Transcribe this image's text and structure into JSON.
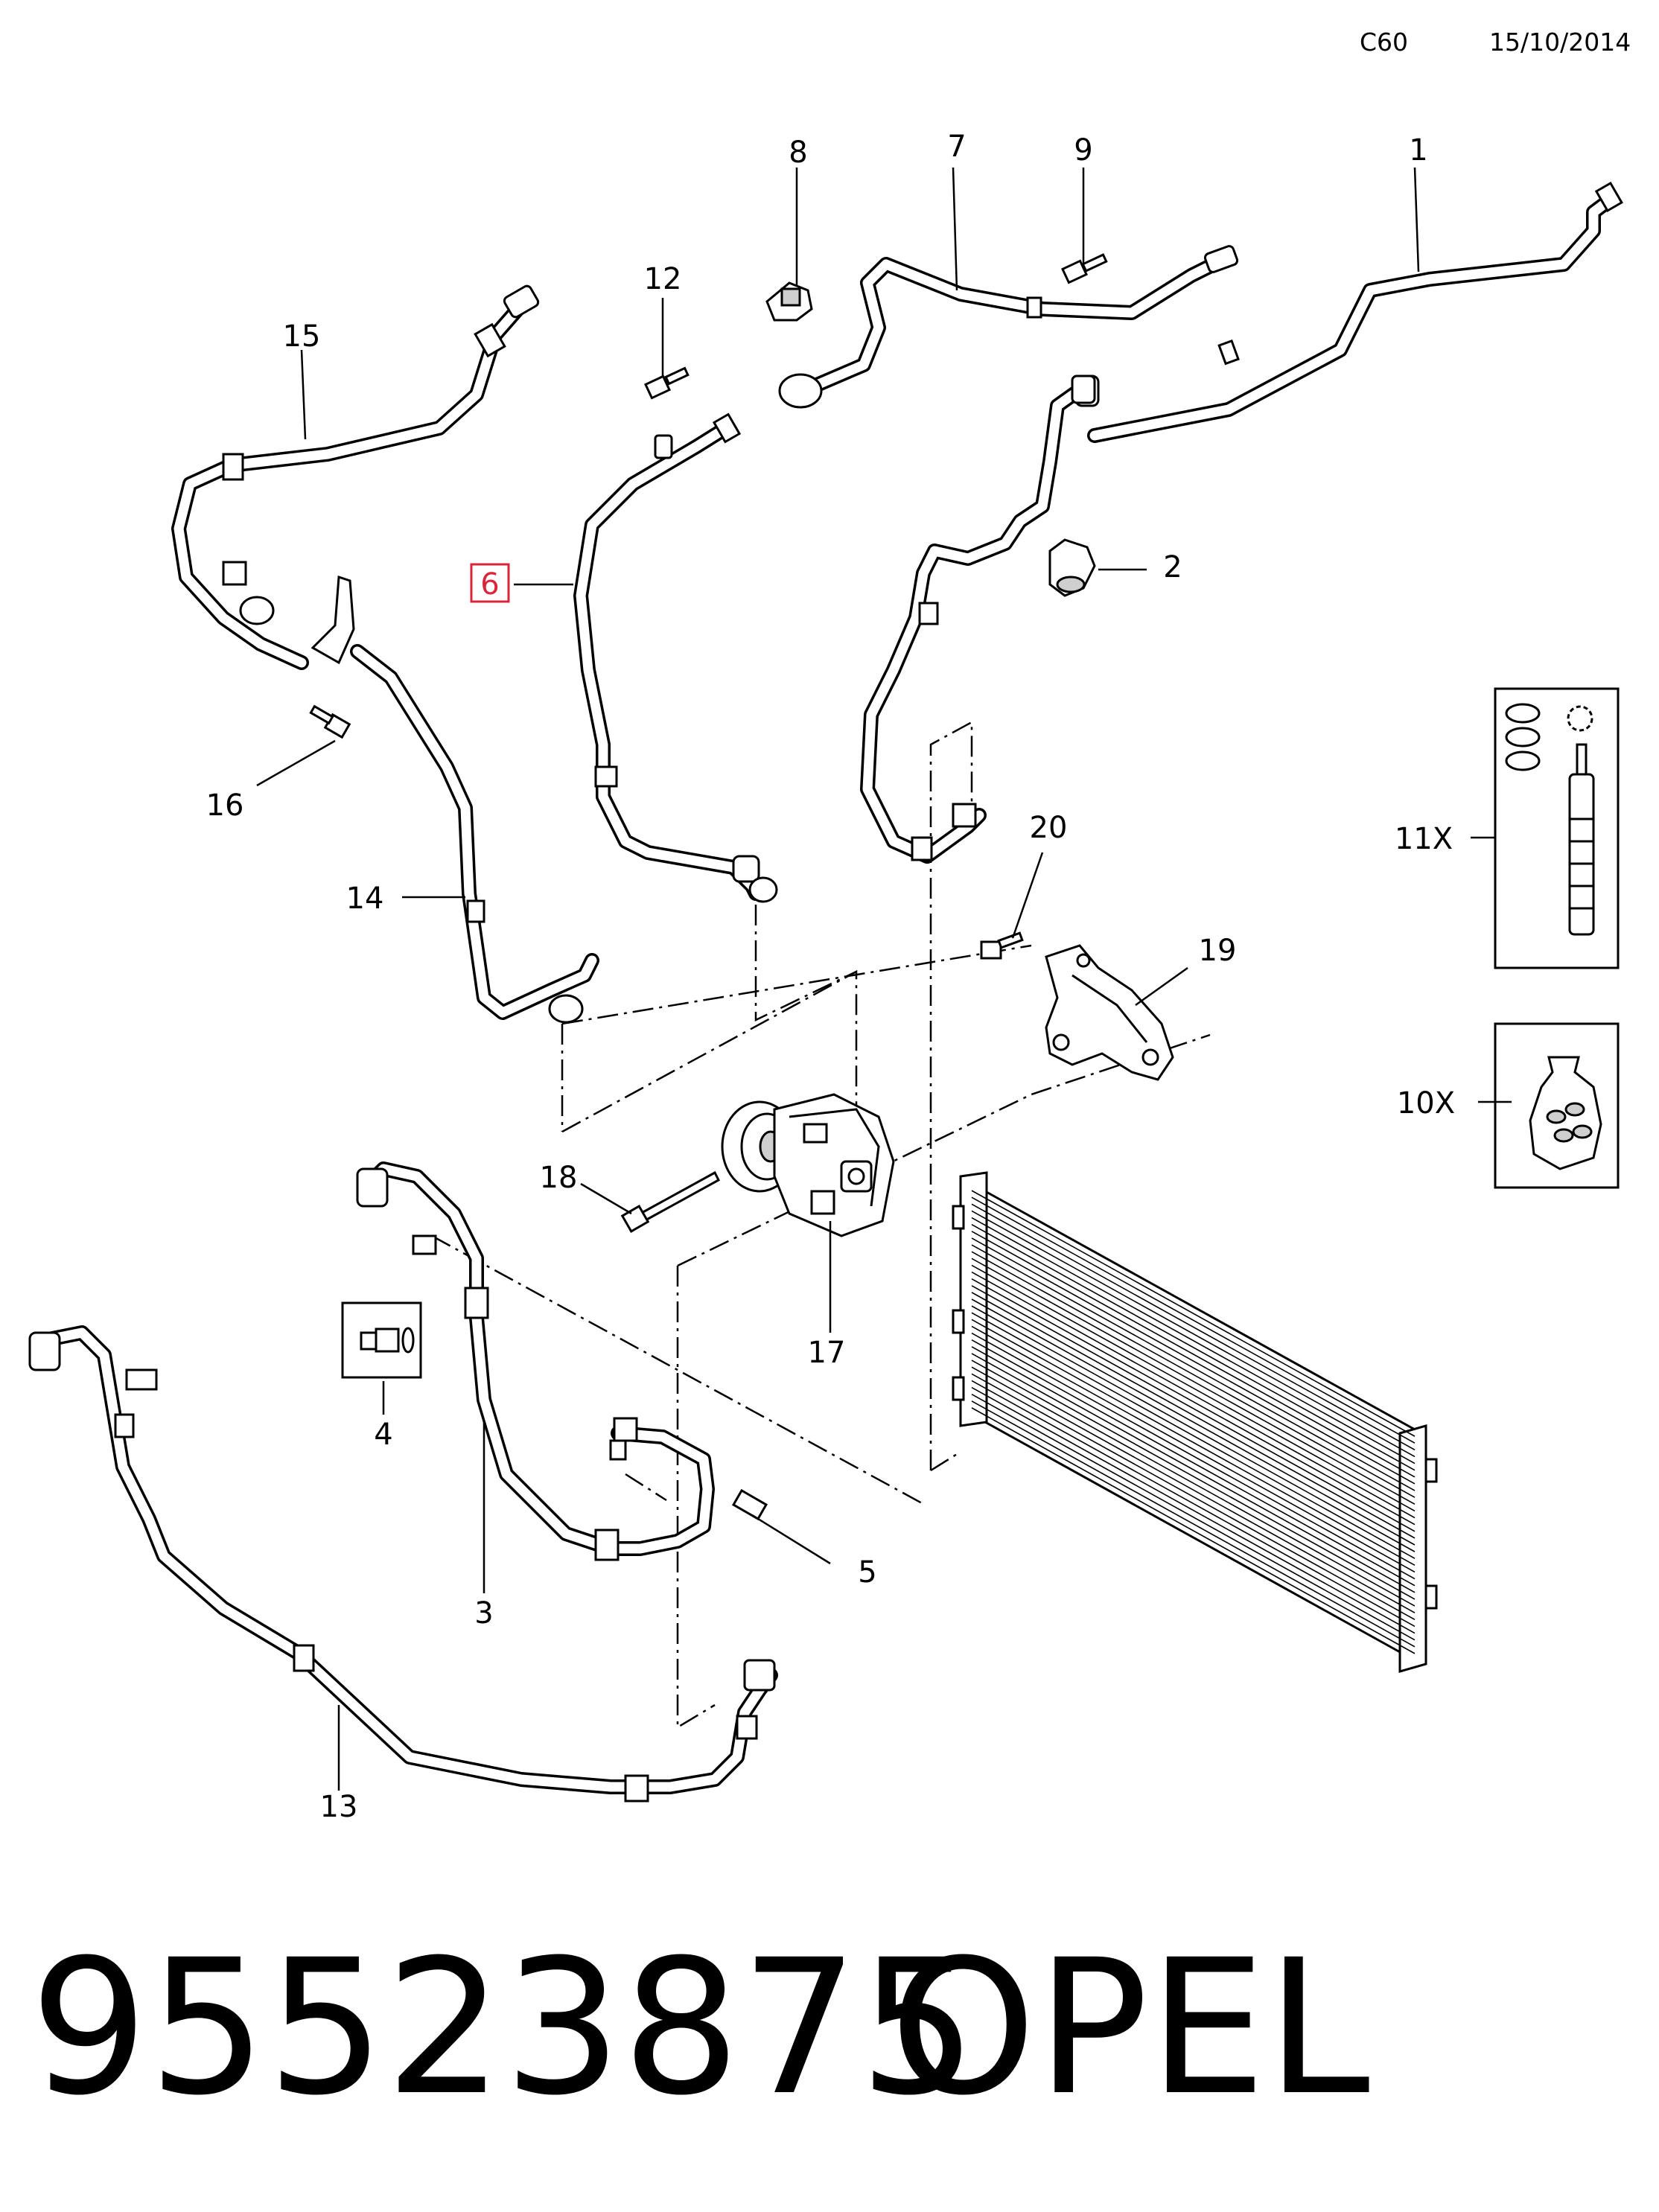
{
  "header": {
    "code": "C60",
    "date": "15/10/2014"
  },
  "footer": {
    "part_number": "95523875",
    "brand": "OPEL"
  },
  "callouts": [
    "1",
    "2",
    "3",
    "4",
    "5",
    "6",
    "7",
    "8",
    "9",
    "10X",
    "11X",
    "12",
    "13",
    "14",
    "15",
    "16",
    "17",
    "18",
    "19",
    "20"
  ],
  "highlight_color": "#d9263a"
}
